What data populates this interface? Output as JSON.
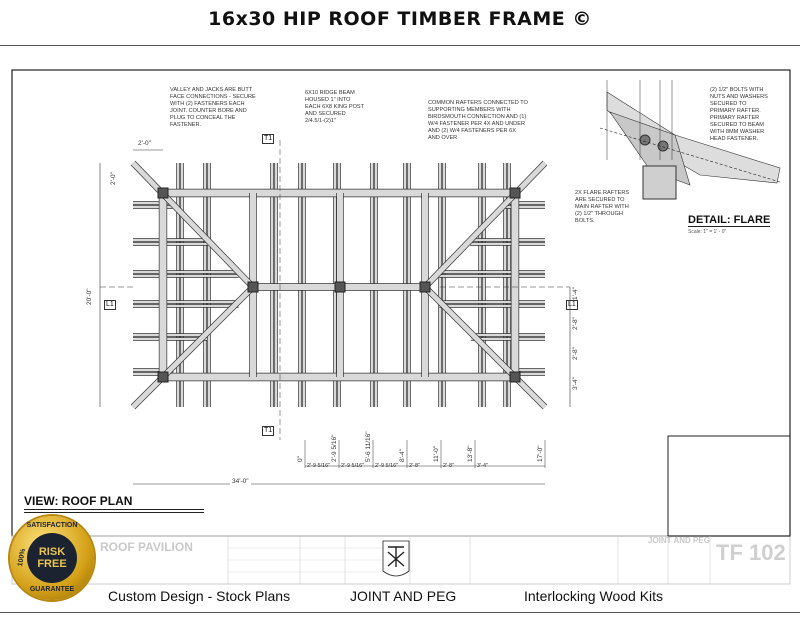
{
  "title": "16x30 HIP ROOF TIMBER FRAME ©",
  "notes": {
    "valley": "VALLEY AND JACKS ARE BUTT FACE CONNECTIONS - SECURE WITH (2) FASTENERS EACH JOINT. COUNTER BORE AND PLUG TO CONCEAL THE FASTENER.",
    "ridge": "6X10 RIDGE BEAM HOUSED 1\" INTO EACH 6X8 KING POST AND SECURED 2/4.5/1-(2)1\"",
    "common": "COMMON RAFTERS CONNECTED TO SUPPORTING MEMBERS WITH BIRDSMOUTH CONNECTION AND (1) W/4 FASTENER PER 4X AND UNDER AND (2) W/4 FASTENERS PER 6X AND OVER",
    "flare": "2X FLARE RAFTERS ARE SECURED TO MAIN RAFTER WITH (2) 1/2\" THROUGH BOLTS.",
    "bolts": "(2) 1/2\" BOLTS WITH NUTS AND WASHERS SECURED TO PRIMARY RAFTER. PRIMARY RAFTER SECURED TO BEAM WITH 8MM WASHER HEAD FASTENER."
  },
  "tags": {
    "t1": "T1",
    "l1": "L1"
  },
  "dimensions": {
    "overall_width": "34'-0\"",
    "overall_depth": "20'-0\"",
    "overhang_h": "2'-0\"",
    "overhang_v": "2'-0\"",
    "bottom_chain": [
      "2'-9 5/16\"",
      "2'-9 5/16\"",
      "2'-9 5/16\"",
      "2'-8\"",
      "2'-8\"",
      "3'-4\""
    ],
    "bottom_vertical": [
      "0\"",
      "2'-9 5/16\"",
      "5'-6 11/16\"",
      "8'-4\"",
      "11'-0\"",
      "13'-8\"",
      "17'-0\""
    ],
    "right_chain": [
      "1'-4\"",
      "2'-8\"",
      "2'-8\"",
      "3'-4\""
    ]
  },
  "view_label": "VIEW:  ROOF PLAN",
  "detail": {
    "title": "DETAIL: FLARE",
    "scale": "Scale: 1\" = 1' - 0\""
  },
  "title_block": {
    "project": "ROOF PAVILION",
    "brand": "JOINT AND PEG",
    "sheet": "TF 102"
  },
  "captions": [
    "Custom Design - Stock Plans",
    "JOINT AND PEG",
    "Interlocking Wood Kits"
  ],
  "badge": {
    "top": "SATISFACTION",
    "center": "RISK FREE",
    "bottom": "GUARANTEE",
    "side": "100%"
  },
  "colors": {
    "timber": "#d9d9d9",
    "line": "#333333",
    "badge_gold": "#d4a017"
  }
}
